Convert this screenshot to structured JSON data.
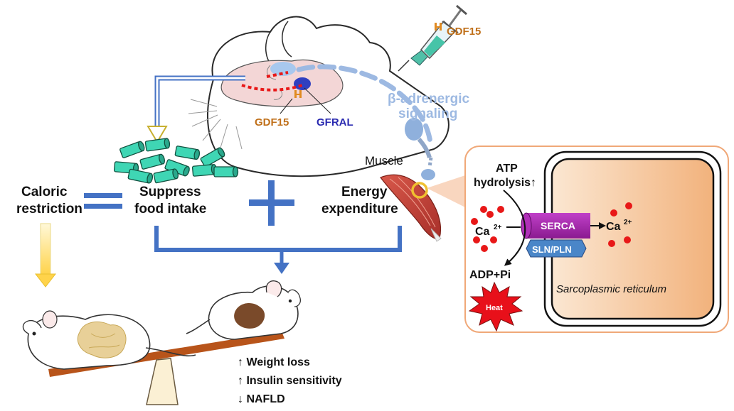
{
  "labels": {
    "gdf15_syringe": "GDF15",
    "gdf15_brain": "GDF15",
    "gfral": "GFRAL",
    "beta_line1": "β-adrenergic",
    "beta_line2": "signaling",
    "muscle": "Muscle",
    "caloric_line1": "Caloric",
    "caloric_line2": "restriction",
    "suppress_line1": "Suppress",
    "suppress_line2": "food intake",
    "energy_line1": "Energy",
    "energy_line2": "expenditure",
    "atp_line1": "ATP",
    "atp_line2": "hydrolysis↑",
    "ca_left": "Ca",
    "ca_right": "Ca",
    "ca_charge": "2+",
    "serca": "SERCA",
    "sln_pln": "SLN/PLN",
    "adp_pi": "ADP+Pi",
    "heat": "Heat",
    "sarco": "Sarcoplasmic reticulum"
  },
  "outcomes": [
    "↑ Weight loss",
    "↑ Insulin sensitivity",
    "↓ NAFLD"
  ],
  "colors": {
    "gdf15_orange": "#c0701a",
    "gfral_blue": "#2a2ab0",
    "beta_blue": "#9db9e2",
    "arrow_blue": "#4472c4",
    "pill_teal": "#3fd6b4",
    "serca_purple": "#a020a8",
    "sln_blue": "#4a86c8",
    "heat_red": "#e8101a",
    "ca_red": "#e81818",
    "panel_border": "#f0a878",
    "seesaw_brown": "#b8541a"
  }
}
